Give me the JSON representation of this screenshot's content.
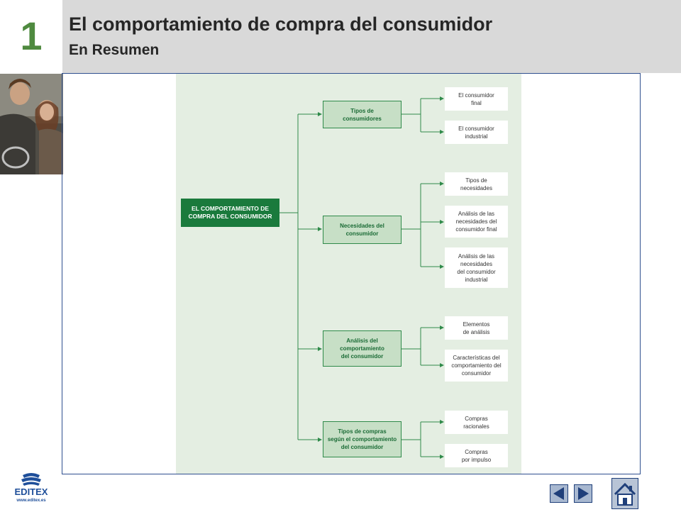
{
  "header": {
    "chapter_number": "1",
    "title": "El comportamiento de compra del consumidor",
    "subtitle": "En Resumen"
  },
  "diagram": {
    "root": "EL COMPORTAMIENTO DE\nCOMPRA DEL CONSUMIDOR",
    "branches": [
      {
        "label": "Tipos de\nconsumidores",
        "leaves": [
          "El consumidor\nfinal",
          "El consumidor\nindustrial"
        ]
      },
      {
        "label": "Necesidades del\nconsumidor",
        "leaves": [
          "Tipos de\nnecesidades",
          "Análisis de las\nnecesidades del\nconsumidor final",
          "Análisis de las\nnecesidades\ndel consumidor\nindustrial"
        ]
      },
      {
        "label": "Análisis del\ncomportamiento\ndel consumidor",
        "leaves": [
          "Elementos\nde análisis",
          "Características del\ncomportamiento del\nconsumidor"
        ]
      },
      {
        "label": "Tipos de compras\nsegún el comportamiento\ndel consumidor",
        "leaves": [
          "Compras\nracionales",
          "Compras\npor impulso"
        ]
      }
    ]
  },
  "footer": {
    "logo_text": "EDITEX",
    "logo_url_text": "www.editex.es",
    "prev_icon": "triangle-left",
    "next_icon": "triangle-right",
    "home_icon": "house"
  },
  "colors": {
    "accent_green": "#4f8a3f",
    "diagram_dark_green": "#1a7a3c",
    "diagram_bg": "#e4eee2",
    "header_bg": "#d9d9d9",
    "nav_blue": "#1f3f7a"
  }
}
